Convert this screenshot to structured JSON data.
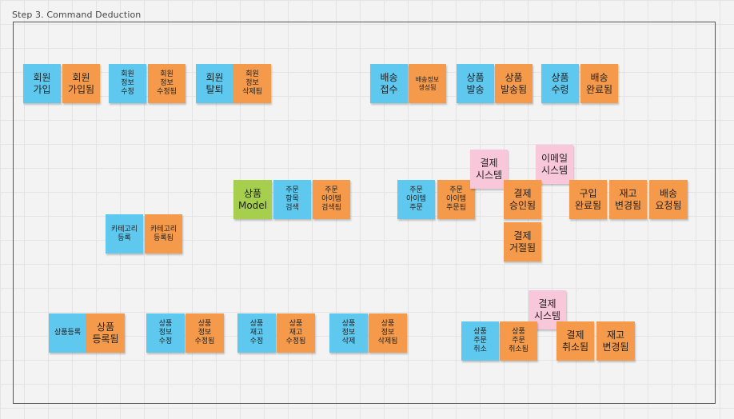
{
  "title": "Step 3. Command Deduction",
  "colors": {
    "command": "#5ec8ef",
    "event": "#f59a4a",
    "aggregate": "#a5cf4c",
    "external_system": "#f8c7d9"
  },
  "notes": {
    "signup_cmd": "회원\n가입",
    "signup_evt": "회원\n가입됨",
    "member_update_cmd": "회원\n정보\n수정",
    "member_update_evt": "회원\n정보\n수정됨",
    "withdraw_cmd": "회원\n탈퇴",
    "withdraw_evt": "회원\n정보\n삭제됨",
    "delivery_receive_cmd": "배송\n접수",
    "delivery_info_evt": "배송정보\n생성됨",
    "product_ship_cmd": "상품\n발송",
    "product_ship_evt": "상품\n발송됨",
    "product_receive_cmd": "상품\n수령",
    "delivery_done_evt": "배송\n완료됨",
    "product_model": "상품\nModel",
    "order_item_search_cmd": "주문\n항목\n검색",
    "order_item_search_evt": "주문\n아이템\n검색됨",
    "order_item_cmd": "주문\n아이템\n주문",
    "order_item_evt": "주문\n아이템\n주문됨",
    "payment_system_1": "결제\n시스템",
    "email_system": "이메일\n시스템",
    "payment_approved_evt": "결제\n승인됨",
    "purchase_done_evt": "구입\n완료됨",
    "stock_changed_evt_1": "재고\n변경됨",
    "delivery_requested_evt": "배송\n요청됨",
    "payment_rejected_evt": "결제\n거절됨",
    "category_register_cmd": "카테고리\n등록",
    "category_register_evt": "카테고리\n등록됨",
    "product_register_cmd": "상품등록",
    "product_register_evt": "상품\n등록됨",
    "product_info_update_cmd": "상품\n정보\n수정",
    "product_info_update_evt": "상품\n정보\n수정됨",
    "product_stock_update_cmd": "상품\n재고\n수정",
    "product_stock_update_evt": "상품\n재고\n수정됨",
    "product_info_delete_cmd": "상품\n정보\n삭제",
    "product_info_delete_evt": "상품\n정보\n삭제됨",
    "payment_system_2": "결제\n시스템",
    "order_cancel_cmd": "상품\n주문\n취소",
    "order_cancel_evt": "상품\n주문\n취소됨",
    "payment_cancel_evt": "결제\n취소됨",
    "stock_changed_evt_2": "재고\n변경됨"
  }
}
